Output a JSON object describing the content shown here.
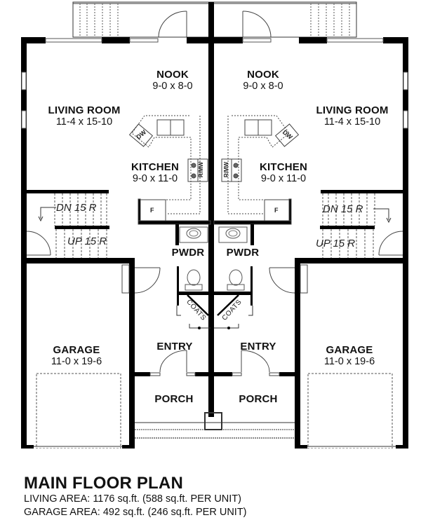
{
  "plan": {
    "units": [
      {
        "side": "left",
        "rooms": {
          "nook": {
            "name": "NOOK",
            "dim": "9-0 x 8-0"
          },
          "living": {
            "name": "LIVING ROOM",
            "dim": "11-4 x 15-10"
          },
          "kitchen": {
            "name": "KITCHEN",
            "dim": "9-0 x 11-0"
          },
          "pwdr": {
            "name": "PWDR"
          },
          "entry": {
            "name": "ENTRY"
          },
          "porch": {
            "name": "PORCH"
          },
          "garage": {
            "name": "GARAGE",
            "dim": "11-0 x 19-6"
          }
        },
        "stairs": {
          "down": "DN 15 R",
          "up": "UP 15 R"
        },
        "fixtures": {
          "dw": "DW",
          "range": "R/MW",
          "fridge": "F",
          "coats": "COATS"
        }
      },
      {
        "side": "right",
        "rooms": {
          "nook": {
            "name": "NOOK",
            "dim": "9-0 x 8-0"
          },
          "living": {
            "name": "LIVING ROOM",
            "dim": "11-4 x 15-10"
          },
          "kitchen": {
            "name": "KITCHEN",
            "dim": "9-0 x 11-0"
          },
          "pwdr": {
            "name": "PWDR"
          },
          "entry": {
            "name": "ENTRY"
          },
          "porch": {
            "name": "PORCH"
          },
          "garage": {
            "name": "GARAGE",
            "dim": "11-0 x 19-6"
          }
        },
        "stairs": {
          "down": "DN 15 R",
          "up": "UP 15 R"
        },
        "fixtures": {
          "dw": "DW",
          "range": "R/MW",
          "fridge": "F",
          "coats": "COATS"
        }
      }
    ]
  },
  "caption": {
    "title": "MAIN FLOOR PLAN",
    "living_area": "LIVING AREA: 1176 sq.ft. (588 sq.ft. PER UNIT)",
    "garage_area": "GARAGE AREA: 492 sq.ft. (246 sq.ft. PER UNIT)"
  },
  "colors": {
    "wall": "#000000",
    "line": "#333333",
    "fixture": "#555555",
    "background": "#ffffff"
  }
}
